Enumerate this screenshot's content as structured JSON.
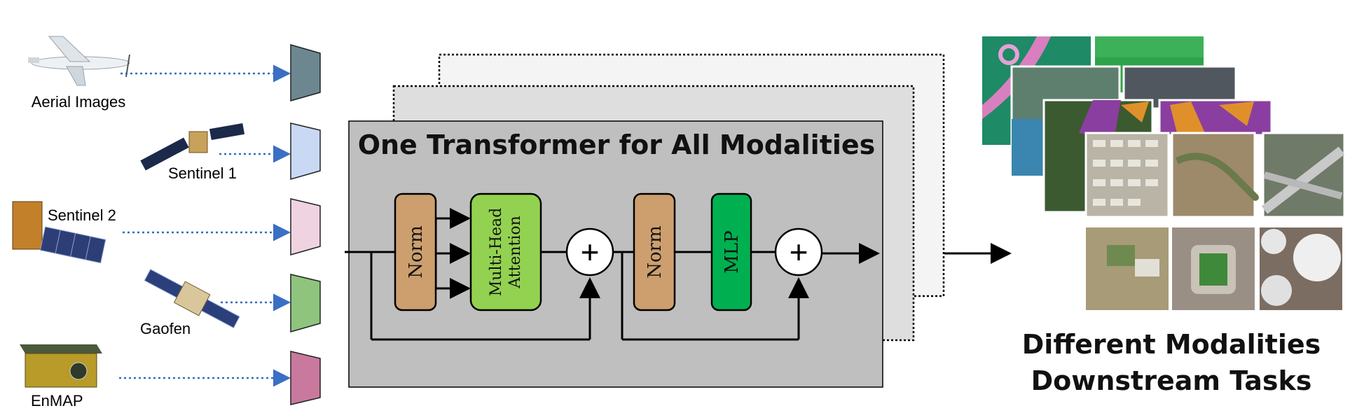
{
  "diagram": {
    "title": "One Transformer for All Modalities",
    "sources": [
      {
        "label": "Aerial Images",
        "icon": "airplane-icon",
        "projector_color": "#6d8791"
      },
      {
        "label": "Sentinel 1",
        "icon": "sentinel1-satellite-icon",
        "projector_color": "#c9d9f3"
      },
      {
        "label": "Sentinel 2",
        "icon": "sentinel2-satellite-icon",
        "projector_color": "#efd3e1"
      },
      {
        "label": "Gaofen",
        "icon": "gaofen-satellite-icon",
        "projector_color": "#8ec47e"
      },
      {
        "label": "EnMAP",
        "icon": "enmap-satellite-icon",
        "projector_color": "#c9799d"
      }
    ],
    "blocks": {
      "norm1": "Norm",
      "attention_line1": "Multi-Head",
      "attention_line2": "Attention",
      "norm2": "Norm",
      "mlp": "MLP",
      "add_symbol": "+"
    },
    "output": {
      "line1": "Different Modalities",
      "line2": "Downstream Tasks"
    },
    "colors": {
      "norm": "#cd9f6e",
      "attention": "#92d250",
      "mlp": "#00b050",
      "panel": "#bfbfbf",
      "arrow_dotted": "#2f6cbf",
      "arrow_head": "#3a6fc4"
    }
  }
}
